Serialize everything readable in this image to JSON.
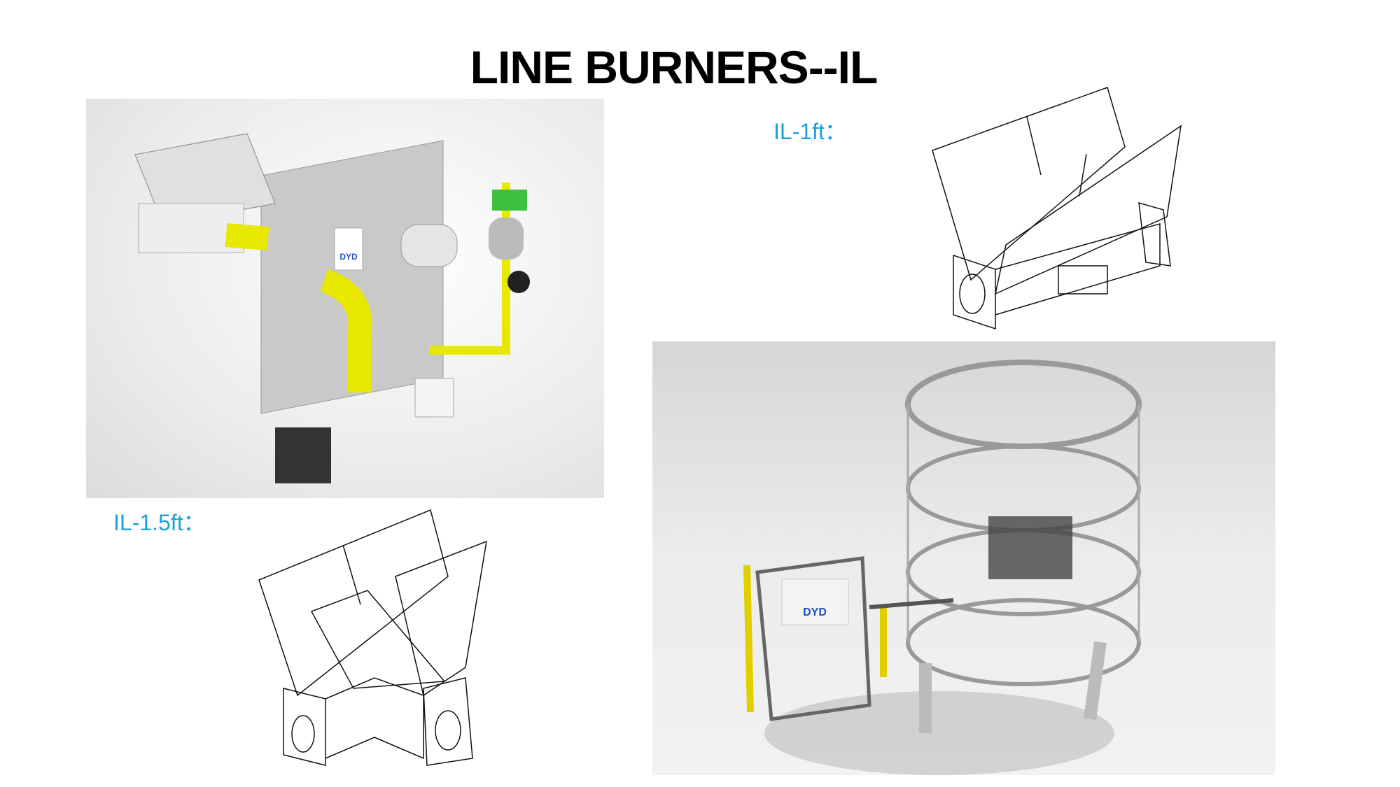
{
  "slide": {
    "title": "LINE BURNERS--IL",
    "labels": {
      "il_1ft": "IL-1ft：",
      "il_1_5ft": "IL-1.5ft："
    },
    "logo_text": "DYD",
    "accent_color": "#1aa0dc"
  }
}
